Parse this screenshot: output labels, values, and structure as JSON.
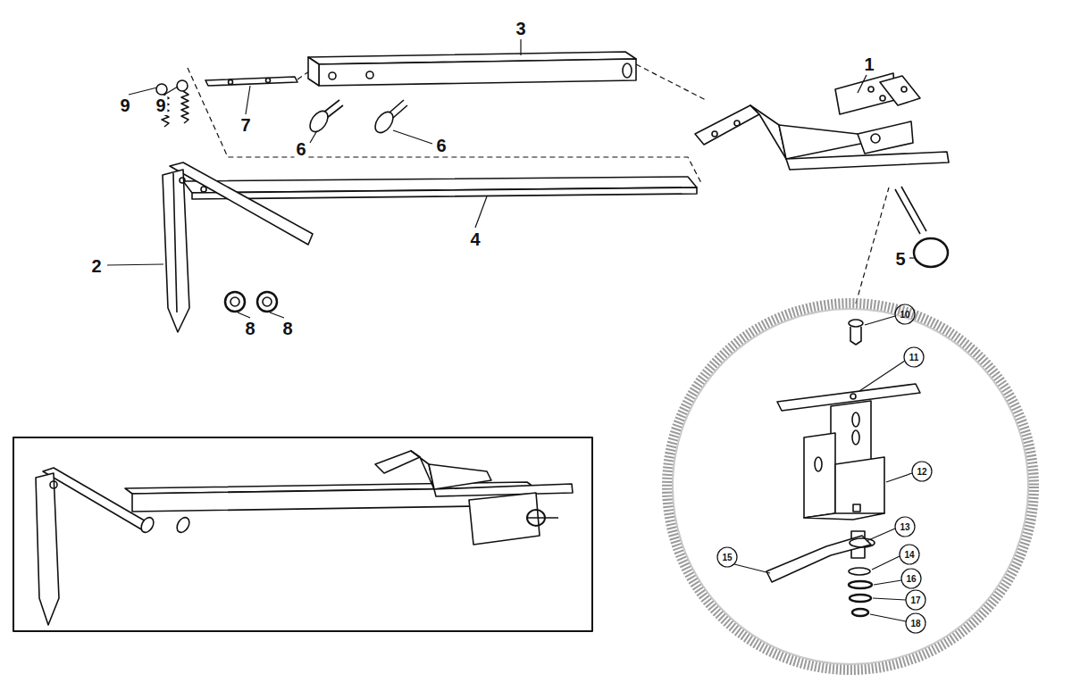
{
  "diagram": {
    "labels": [
      "3",
      "1",
      "9",
      "9",
      "7",
      "6",
      "6",
      "2",
      "4",
      "5",
      "8",
      "8",
      "10",
      "11",
      "12",
      "13",
      "14",
      "15",
      "16",
      "17",
      "18"
    ]
  }
}
